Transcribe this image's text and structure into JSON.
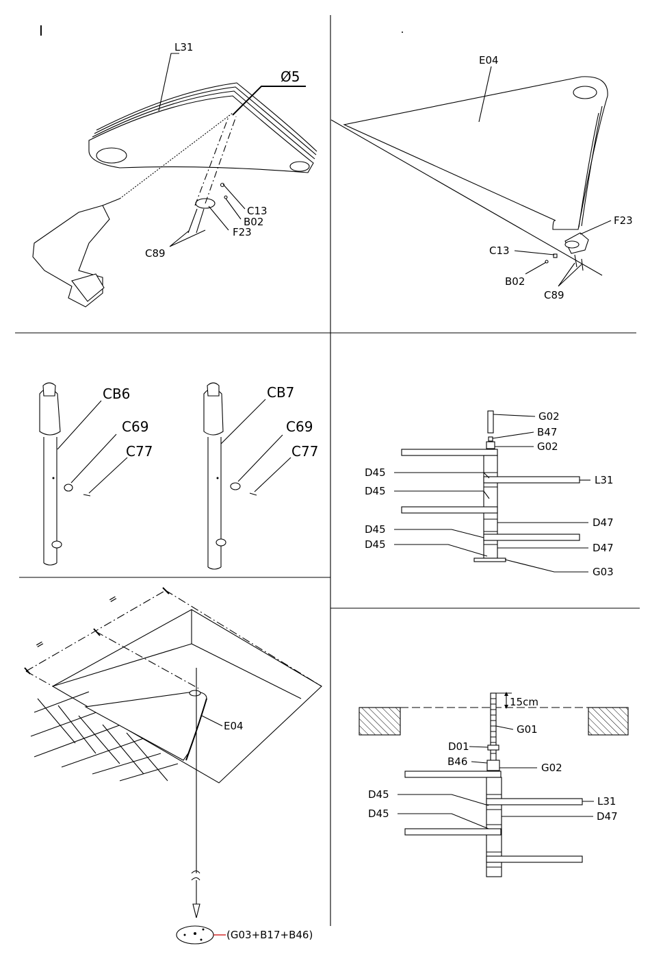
{
  "panel1": {
    "corner_mark": "I",
    "labels": {
      "arm": "L31",
      "drill_size": "Ø5",
      "c13": "C13",
      "b02": "B02",
      "f23": "F23",
      "c89": "C89"
    }
  },
  "panel2": {
    "labels": {
      "e04": "E04",
      "f23": "F23",
      "c13": "C13",
      "b02": "B02",
      "c89": "C89"
    }
  },
  "panel3": {
    "labels": {
      "cb6": "CB6",
      "c69a": "C69",
      "c77a": "C77",
      "cb7": "CB7",
      "c69b": "C69",
      "c77b": "C77"
    }
  },
  "panel4": {
    "labels": {
      "g02a": "G02",
      "b47": "B47",
      "g02b": "G02",
      "d45a": "D45",
      "l31": "L31",
      "d45b": "D45",
      "d47a": "D47",
      "d45c": "D45",
      "d45d": "D45",
      "d47b": "D47",
      "g03": "G03"
    }
  },
  "panel5": {
    "labels": {
      "e04": "E04",
      "base": "(G03+B17+B46)"
    }
  },
  "panel6": {
    "labels": {
      "gap": "15cm",
      "g01": "G01",
      "d01": "D01",
      "b46": "B46",
      "g02": "G02",
      "d45a": "D45",
      "l31": "L31",
      "d45b": "D45",
      "d47": "D47"
    }
  }
}
